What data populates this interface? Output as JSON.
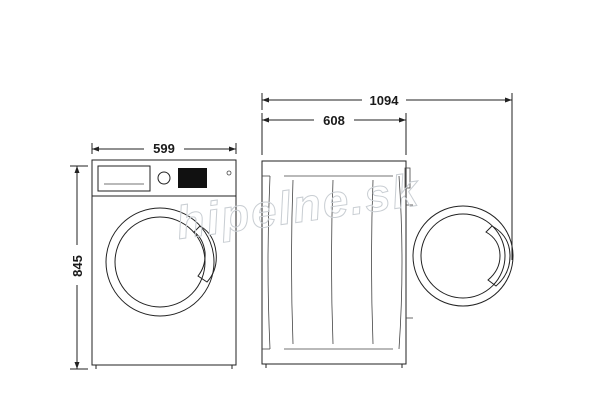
{
  "dimensions": {
    "width": "599",
    "height": "845",
    "depth": "608",
    "depth_door_open": "1094"
  },
  "watermark": "hipelne.sk",
  "colors": {
    "line": "#222222",
    "watermark": "#c9ced3",
    "background": "#ffffff"
  }
}
